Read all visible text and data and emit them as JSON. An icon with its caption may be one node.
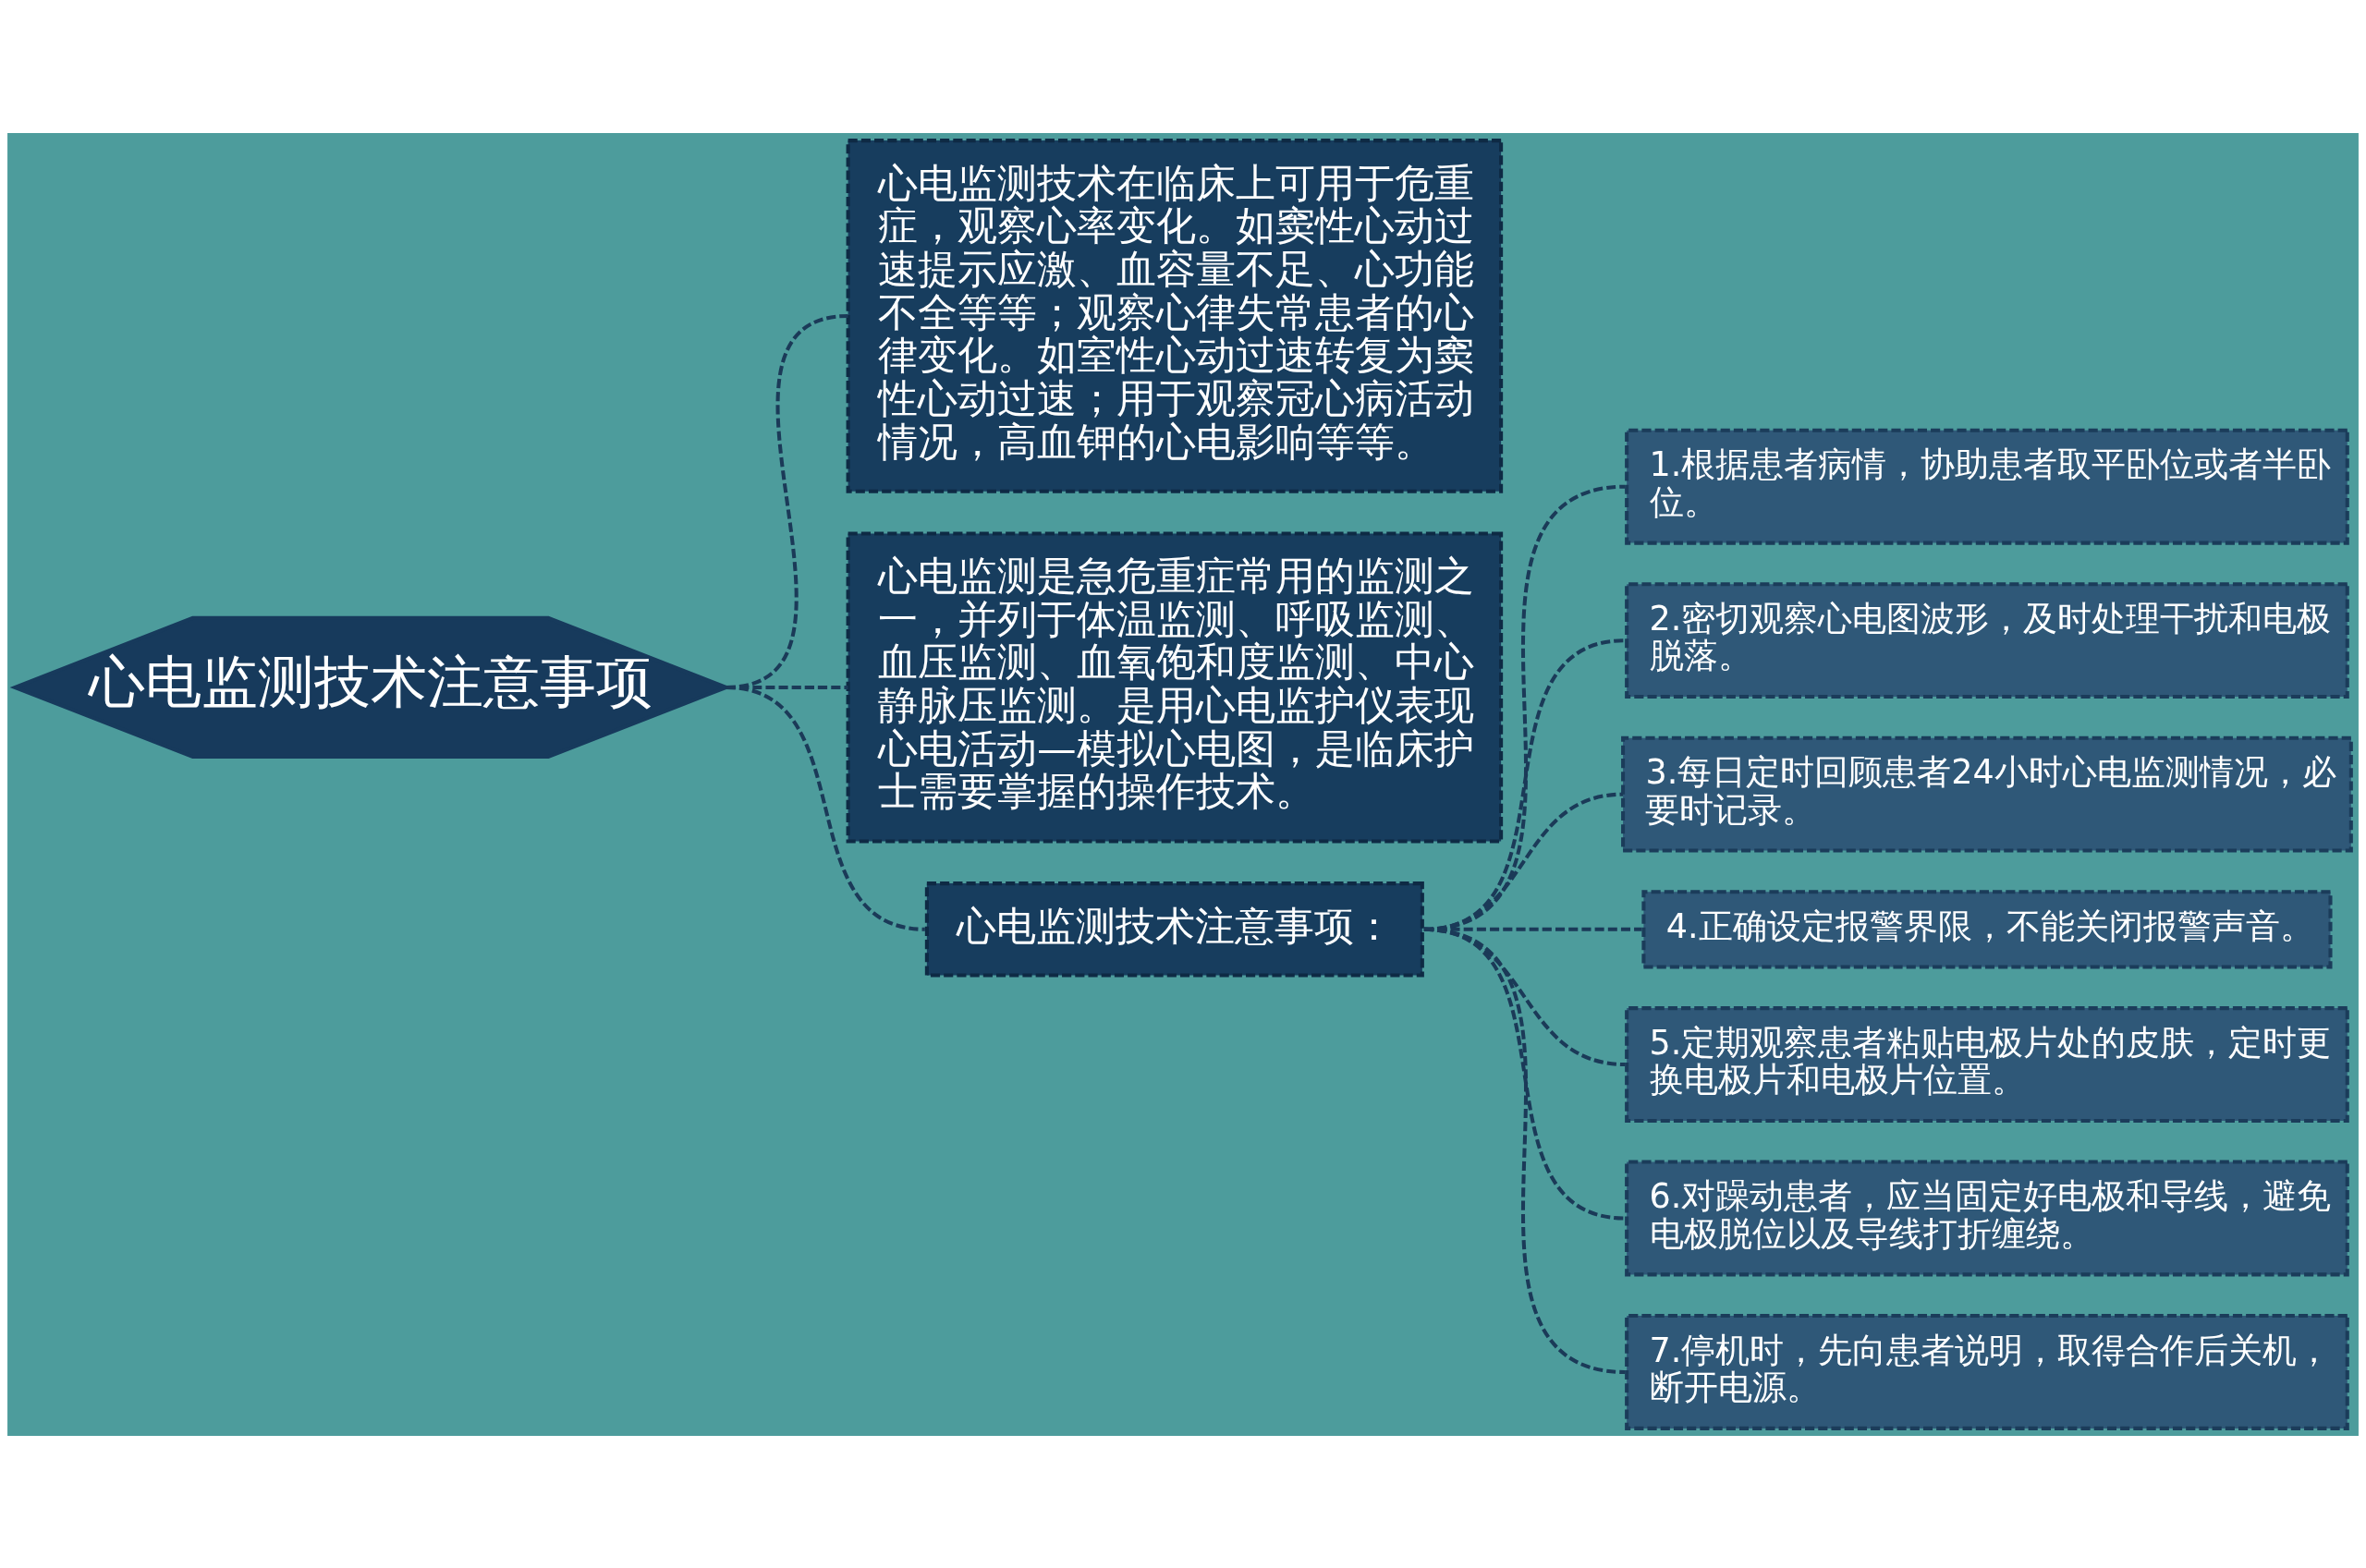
{
  "diagram": {
    "nodes": [
      {
        "text": [
          "心电监测技术注意事项"
        ]
      },
      {
        "text": [
          "心电监测技术在临床上可用于危重症，观察心率变化。如窦性心动过速提示应激、血容量不足、心功能不全等等；观察心律失常患者的心律变化。如室性心动过速转复为窦性心动过速；用于观察冠心病活动情况，高血钾的心电影响等等。"
        ]
      },
      {
        "text": [
          "心电监测是急危重症常用的监测之一，并列于体温监测、呼吸监测、血压监测、血氧饱和度监测、中心静脉压监测。是用心电监护仪表现心电活动—模拟心电图，是临床护士需要掌握的操作技术。"
        ]
      },
      {
        "text": [
          "心电监测技术注意事项："
        ]
      },
      {
        "text": [
          "1.根据患者病情，协助患者取平卧位或者半卧位。"
        ]
      },
      {
        "text": [
          "2.密切观察心电图波形，及时处理干扰和电极脱落。"
        ]
      },
      {
        "text": [
          "3.每日定时回顾患者24小时心电监测情况，必要时记录。"
        ]
      },
      {
        "text": [
          "4.正确设定报警界限，不能关闭报警声音。"
        ]
      },
      {
        "text": [
          "5.定期观察患者粘贴电极片处的皮肤，定时更换电极片和电极片位置。"
        ]
      },
      {
        "text": [
          "6.对躁动患者，应当固定好电极和导线，避免电极脱位以及导线打折缠绕。"
        ]
      },
      {
        "text": [
          "7.停机时，先向患者说明，取得合作后关机，断开电源。"
        ]
      }
    ],
    "edges": [
      {
        "from": 0,
        "to": 1,
        "arrow": "none",
        "style": "dashed"
      },
      {
        "from": 0,
        "to": 2,
        "arrow": "none",
        "style": "dashed"
      },
      {
        "from": 0,
        "to": 3,
        "arrow": "none",
        "style": "dashed"
      },
      {
        "from": 3,
        "to": 4,
        "arrow": "none",
        "style": "dashed"
      },
      {
        "from": 3,
        "to": 5,
        "arrow": "none",
        "style": "dashed"
      },
      {
        "from": 3,
        "to": 6,
        "arrow": "none",
        "style": "dashed"
      },
      {
        "from": 3,
        "to": 7,
        "arrow": "none",
        "style": "dashed"
      },
      {
        "from": 3,
        "to": 8,
        "arrow": "none",
        "style": "dashed"
      },
      {
        "from": 3,
        "to": 9,
        "arrow": "none",
        "style": "dashed"
      },
      {
        "from": 3,
        "to": 10,
        "arrow": "none",
        "style": "dashed"
      }
    ]
  }
}
